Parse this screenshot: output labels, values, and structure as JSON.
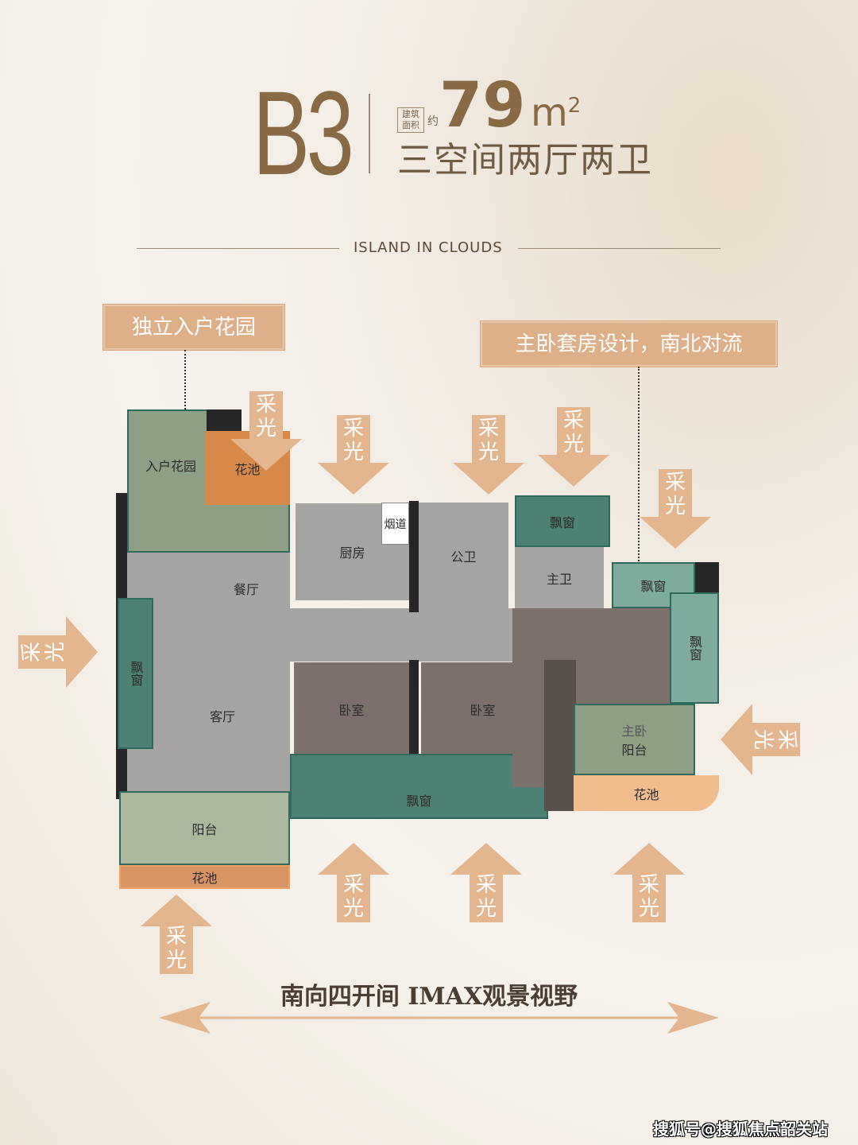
{
  "header": {
    "unit_type": "B3",
    "area_tag": "建筑面积",
    "approx": "约",
    "area": "79",
    "area_unit": "m",
    "area_sup": "2",
    "layout": "三空间两厅两卫",
    "subtitle": "ISLAND IN CLOUDS"
  },
  "callouts": {
    "garden": "独立入户花园",
    "master": "主卧套房设计，南北对流"
  },
  "rooms": [
    {
      "label": "入户花园"
    },
    {
      "label": "花池"
    },
    {
      "label": "烟道"
    },
    {
      "label": "厨房"
    },
    {
      "label": "公卫"
    },
    {
      "label": "主卫"
    },
    {
      "label": "飘窗"
    },
    {
      "label": "飘窗"
    },
    {
      "label": "餐厅"
    },
    {
      "label": "飘窗"
    },
    {
      "label": "客厅"
    },
    {
      "label": "卧室"
    },
    {
      "label": "卧室"
    },
    {
      "label": "飘窗"
    },
    {
      "label": "主卧"
    },
    {
      "label": "阳台"
    },
    {
      "label": "花池"
    },
    {
      "label": "飘窗"
    },
    {
      "label": "阳台"
    },
    {
      "label": "花池"
    }
  ],
  "light_label": "采光",
  "footer": {
    "slogan": "南向四开间  IMAX观景视野",
    "watermark": "搜狐号@搜狐焦点韶关站"
  },
  "colors": {
    "accent": "#e3b68f",
    "brand": "#8a6a45",
    "teal": "#4d8174"
  }
}
